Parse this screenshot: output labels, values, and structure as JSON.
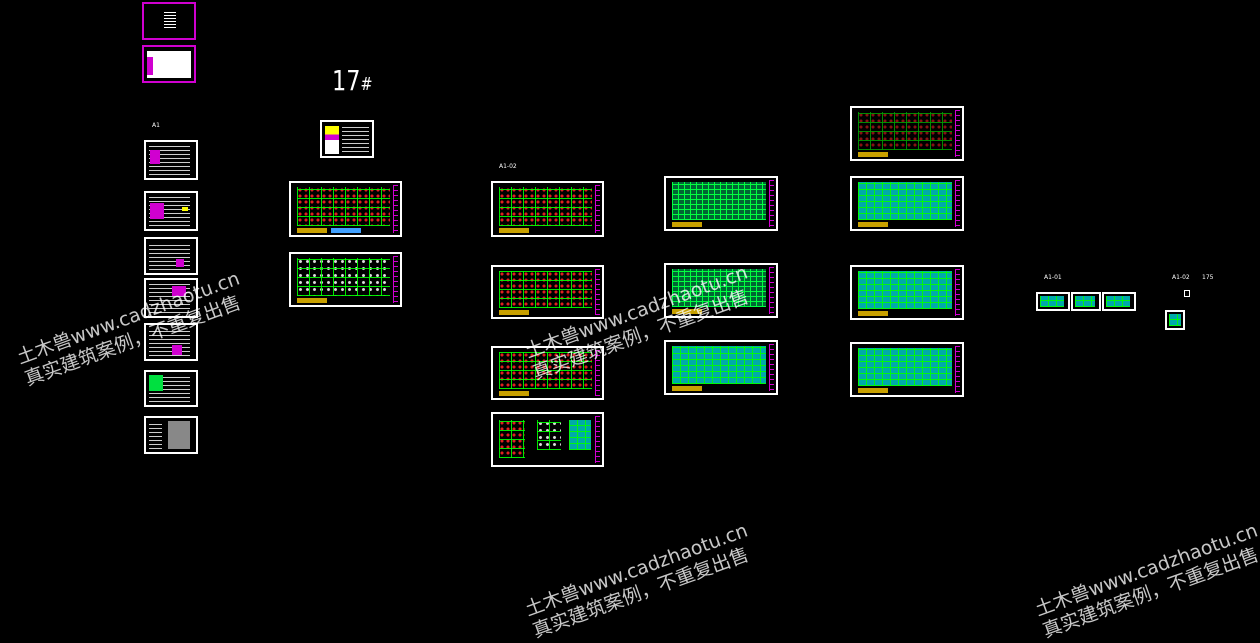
{
  "drawing": {
    "building_title": "17",
    "building_hash": "#",
    "group_label_a": "A1",
    "group_label_b": "A1-02",
    "group_label_c": "A1-01",
    "group_label_d": "A1-02",
    "group_label_e": "175"
  },
  "watermarks": {
    "line1": "土木兽www.cadzhaotu.cn",
    "line2": "真实建筑案例，不重复出售"
  },
  "colors": {
    "background": "#000000",
    "frame_magenta": "#d000d0",
    "grid_green": "#00ff40",
    "column_red": "#e02020",
    "fill_cyan": "#00aaaa"
  }
}
